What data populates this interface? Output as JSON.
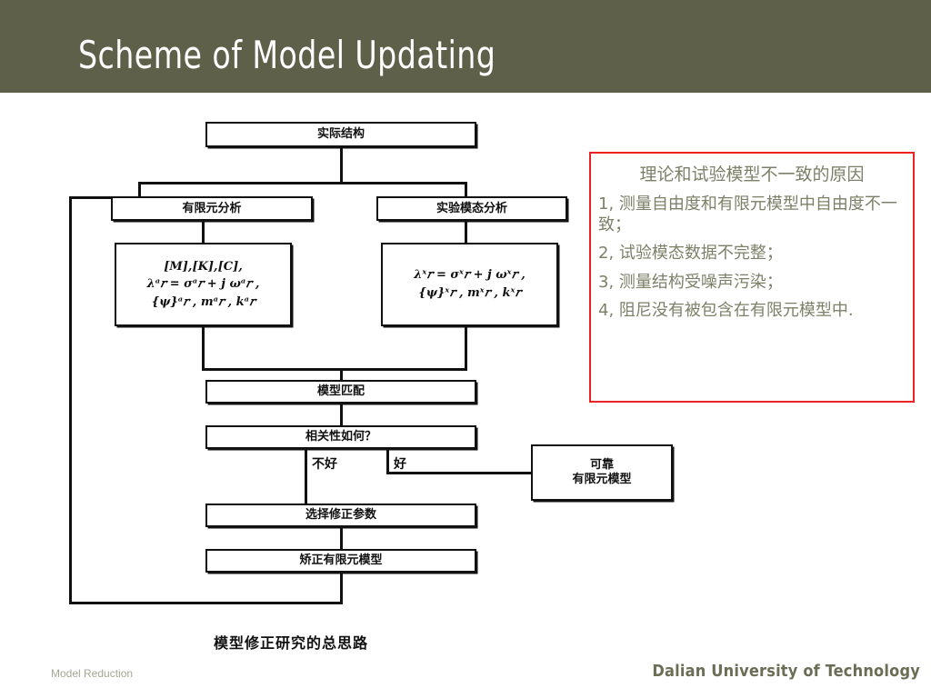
{
  "header": {
    "title": "Scheme of Model Updating",
    "bar_color": "#5e6049",
    "title_color": "#ffffff"
  },
  "flowchart": {
    "caption": "模型修正研究的总思路",
    "boxes": {
      "actual_structure": "实际结构",
      "fe_analysis": "有限元分析",
      "experimental_modal_analysis": "实验模态分析",
      "model_matching": "模型匹配",
      "correlation_question": "相关性如何？",
      "select_update_params": "选择修正参数",
      "corrected_fe_model": "矫正有限元模型",
      "reliable_fe_model_line1": "可靠",
      "reliable_fe_model_line2": "有限元模型"
    },
    "fe_math": {
      "line1": "[M],[K],[C],",
      "line2": "λᵃ𝑟 = σᵃ𝑟 + j ωᵃ𝑟 ,",
      "line3": "{ψ}ᵃ𝑟 , mᵃ𝑟 , kᵃ𝑟"
    },
    "exp_math": {
      "line1": "λˣ𝑟 = σˣ𝑟 + j ωˣ𝑟 ,",
      "line2": "{ψ}ˣ𝑟 , mˣ𝑟 , kˣ𝑟"
    },
    "edge_labels": {
      "bad": "不好",
      "good": "好"
    }
  },
  "note": {
    "border_color": "#ee2222",
    "text_color": "#7d8068",
    "title": "理论和试验模型不一致的原因",
    "items": [
      "1, 测量自由度和有限元模型中自由度不一致；",
      "2, 试验模态数据不完整；",
      "3, 测量结构受噪声污染；",
      "4, 阻尼没有被包含在有限元模型中."
    ]
  },
  "footer": {
    "left": "Model Reduction",
    "right": "Dalian University of Technology"
  }
}
